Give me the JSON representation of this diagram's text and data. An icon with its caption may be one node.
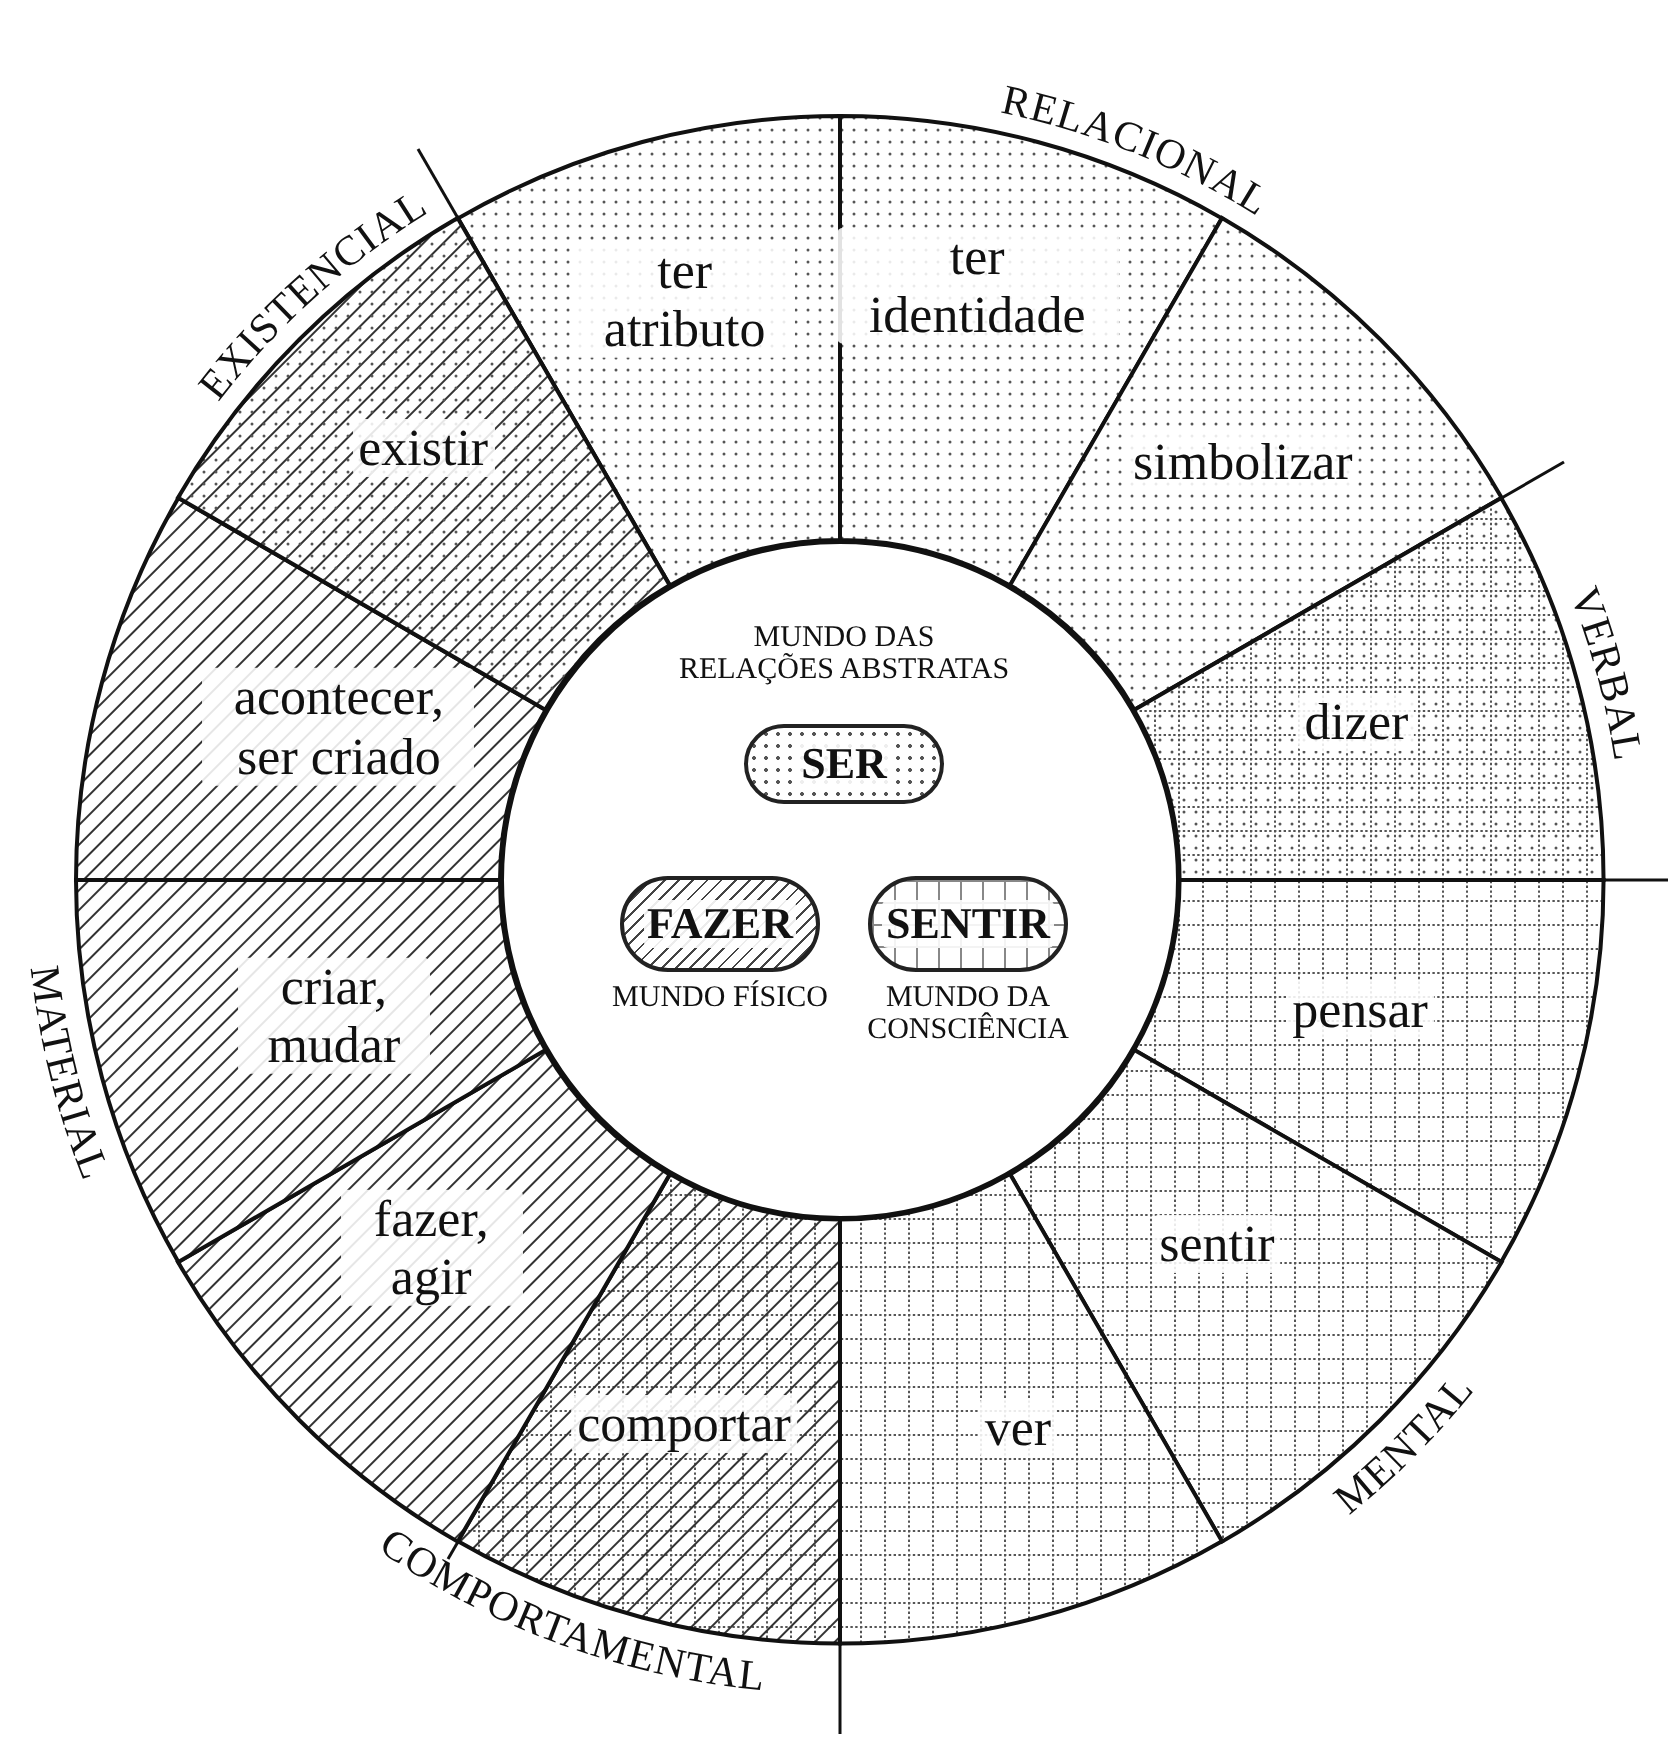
{
  "diagram": {
    "nodes": [
      {
        "text": [
          "ter atributo"
        ]
      },
      {
        "text": [
          "ter identidade"
        ]
      },
      {
        "text": [
          "simbolizar"
        ]
      },
      {
        "text": [
          "dizer"
        ]
      },
      {
        "text": [
          "pensar"
        ]
      },
      {
        "text": [
          "sentir"
        ]
      },
      {
        "text": [
          "ver"
        ]
      },
      {
        "text": [
          "comportar"
        ]
      },
      {
        "text": [
          "fazer, agir"
        ]
      },
      {
        "text": [
          "criar, mudar"
        ]
      },
      {
        "text": [
          "acontecer, ser criado"
        ]
      },
      {
        "text": [
          "existir"
        ]
      },
      {
        "text": [],
        "shape": "circle"
      },
      {
        "text": [
          "SER"
        ],
        "in": 12
      },
      {
        "text": [
          "FAZER"
        ],
        "in": 12,
        "beside": [
          "MUNDO FÍSICO"
        ]
      },
      {
        "text": [
          "SENTIR"
        ],
        "in": 12,
        "beside": [
          "MUNDO DA CONSCIÊNCIA"
        ]
      }
    ],
    "edges": [],
    "labels": [
      "RELACIONAL",
      "EXISTENCIAL",
      "VERBAL",
      "MUNDO DAS RELAÇÕES ABSTRATAS",
      "MATERIAL",
      "MENTAL",
      "COMPORTAMENTAL"
    ]
  }
}
